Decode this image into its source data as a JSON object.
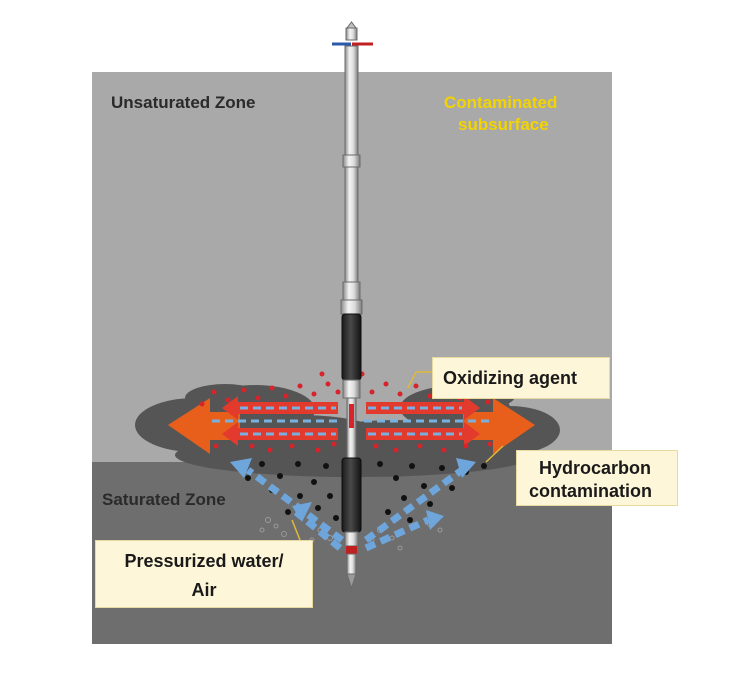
{
  "zones": {
    "unsaturated": "Unsaturated Zone",
    "saturated": "Saturated Zone"
  },
  "contaminated": {
    "line1": "Contaminated",
    "line2": "subsurface"
  },
  "callouts": {
    "oxidizing": "Oxidizing agent",
    "hydrocarbon_line1": "Hydrocarbon",
    "hydrocarbon_line2": "contamination",
    "pressurized_line1": "Pressurized water/",
    "pressurized_line2": "Air"
  },
  "colors": {
    "unsaturated_zone": "#a9a9a9",
    "saturated_zone": "#6e6e6e",
    "contaminant_plume": "#555555",
    "oxidizer_arrow": "#e85f1c",
    "oxidizer_dots": "#d8232a",
    "water_arrow": "#6ea6dc",
    "label_yellow": "#f3d400",
    "callout_bg": "#fdf6d8"
  }
}
